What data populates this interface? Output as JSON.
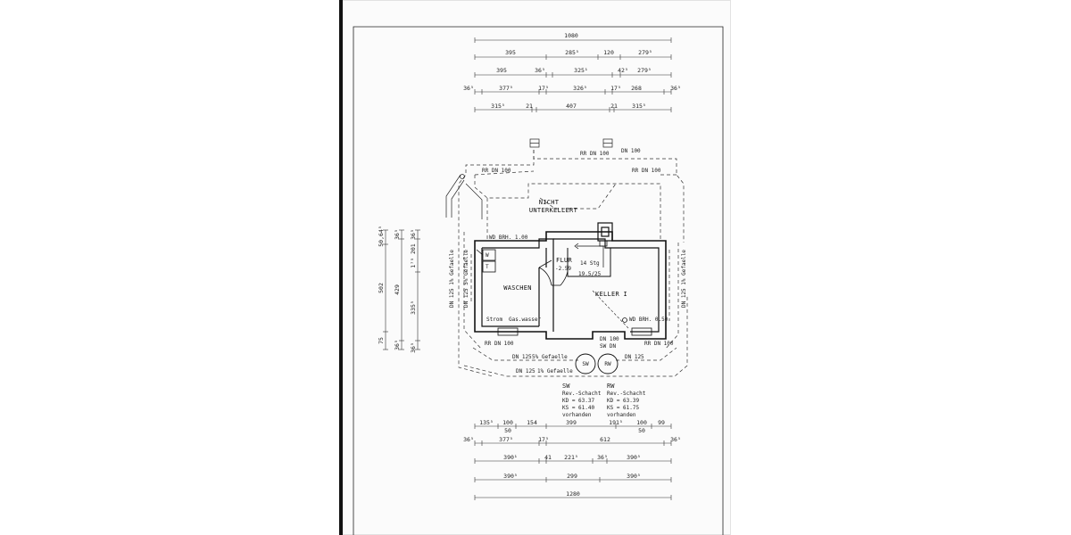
{
  "top_dims": {
    "row1": [
      "1080"
    ],
    "row2": [
      "395",
      "285⁵",
      "120",
      "279⁵"
    ],
    "row3": [
      "395",
      "36⁵",
      "325¹",
      "42⁵",
      "279⁵"
    ],
    "row4": [
      "36⁵",
      "377⁵",
      "17⁵",
      "326⁵",
      "17⁵",
      "268",
      "36⁵"
    ],
    "row5": [
      "315⁵",
      "21",
      "407",
      "21",
      "315⁵"
    ]
  },
  "bottom_dims": {
    "row1": [
      "135⁵",
      "100",
      "154",
      "399",
      "191⁵",
      "100",
      "99"
    ],
    "row1_sub": [
      "50",
      "50"
    ],
    "row2": [
      "36⁵",
      "377⁵",
      "17⁵",
      "612",
      "36⁵"
    ],
    "row3": [
      "390¹",
      "41",
      "221⁵",
      "36⁵",
      "390⁵"
    ],
    "row4": [
      "390⁵",
      "299",
      "390⁵"
    ],
    "row5": [
      "1280"
    ]
  },
  "left_dims": {
    "col1": [
      "50,64⁵",
      "502",
      "75"
    ],
    "col2": [
      "36⁵",
      "429",
      "36⁵"
    ],
    "col3": [
      "36⁵",
      "1⁷⁵ 201",
      "335⁵",
      "36⁵"
    ]
  },
  "rooms": {
    "nicht_line1": "NICHT",
    "nicht_line2": "UNTERKELLERT",
    "waschen": "WASCHEN",
    "flur": "FLUR",
    "flur_level": "-2.59",
    "keller": "KELLER I"
  },
  "labels": {
    "rr_dn100_top_left": "RR DN 100",
    "rr_dn100_top_mid": "RR DN 100",
    "dn100_top_right": "DN 100",
    "rr_dn100_top_right": "RR DN 100",
    "wd_brh_left": "WD BRH. 1.00",
    "w_box": "W",
    "t_box": "T",
    "stairs_count": "14 Stg",
    "stairs_ratio": "19.5/25",
    "strom": "Strom",
    "gas_wasser": "Gas.wasser",
    "wd_brh_right": "WD BRH. 0.50",
    "rr_dn100_bottom_left": "RR DN 100",
    "dn100_bottom_mid": "DN 100",
    "sw_label": "SW DN",
    "rr_dn100_bottom_right": "RR DN 100",
    "dn125_mid": "DN 125",
    "gefaelle_5_mid": "5% Gefaelle",
    "dn125_right": "DN 125",
    "dn125_bottom": "DN 125",
    "gefaelle_1_bottom": "1% Gefaelle",
    "left_pipe_1": "DN 125  1% Gefaelle",
    "left_pipe_2": "DN 125  5% Gefaelle",
    "right_pipe": "DN 125  1% Gefaelle",
    "sw_circle": "SW",
    "rw_circle": "RW"
  },
  "shafts": {
    "sw": {
      "title": "SW",
      "type": "Rev.-Schacht",
      "kd": "KD = 63.37",
      "ks": "KS = 61.40",
      "status": "vorhanden"
    },
    "rw": {
      "title": "RW",
      "type": "Rev.-Schacht",
      "kd": "KD = 63.39",
      "ks": "KS = 61.75",
      "status": "vorhanden"
    }
  }
}
